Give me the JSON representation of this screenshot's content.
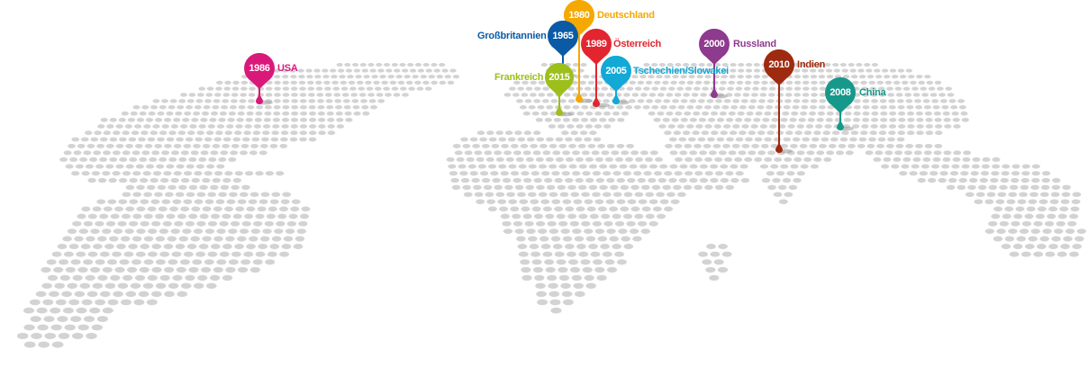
{
  "map": {
    "dot_color": "#d3d3d3",
    "pins": [
      {
        "id": "usa",
        "year": "1986",
        "country": "USA",
        "color": "#d9197a"
      },
      {
        "id": "deutschland",
        "year": "1980",
        "country": "Deutschland",
        "color": "#f5a800"
      },
      {
        "id": "grossbritannien",
        "year": "1965",
        "country": "Großbritannien",
        "color": "#0a5aa6"
      },
      {
        "id": "oesterreich",
        "year": "1989",
        "country": "Österreich",
        "color": "#e2252f"
      },
      {
        "id": "frankreich",
        "year": "2015",
        "country": "Frankreich",
        "color": "#9cbf1c"
      },
      {
        "id": "tschechien",
        "year": "2005",
        "country": "Tschechien/Slowakei",
        "color": "#12a9d6"
      },
      {
        "id": "russland",
        "year": "2000",
        "country": "Russland",
        "color": "#8e3a8e"
      },
      {
        "id": "indien",
        "year": "2010",
        "country": "Indien",
        "color": "#9e2a10"
      },
      {
        "id": "china",
        "year": "2008",
        "country": "China",
        "color": "#16998a"
      }
    ]
  }
}
